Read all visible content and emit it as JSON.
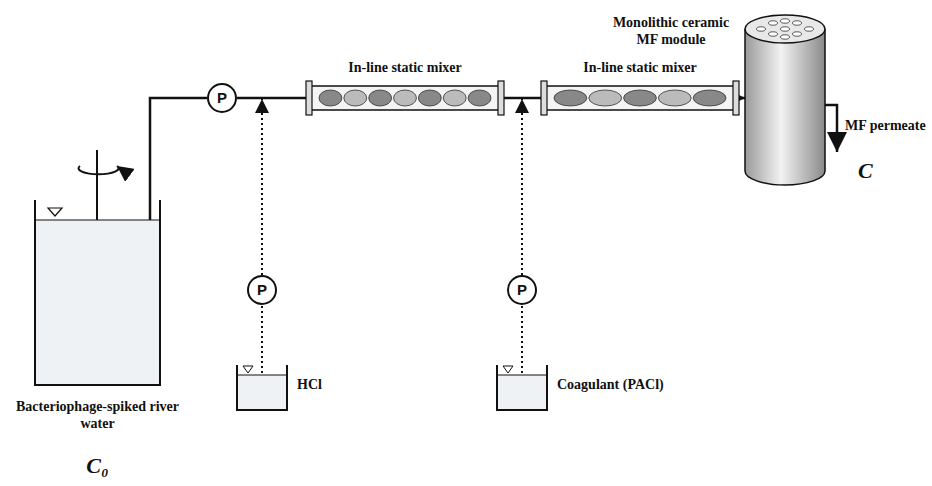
{
  "diagram": {
    "nodes": [
      {
        "text": [
          "Bacteriophage-spiked river water",
          "C₀"
        ]
      },
      {
        "text": [
          "P"
        ]
      },
      {
        "text": [
          "In-line static mixer"
        ]
      },
      {
        "text": [
          "In-line static mixer"
        ]
      },
      {
        "text": [
          "Monolithic ceramic MF module"
        ]
      },
      {
        "text": [
          "HCl"
        ]
      },
      {
        "text": [
          "P"
        ]
      },
      {
        "text": [
          "Coagulant (PACl)"
        ]
      },
      {
        "text": [
          "P"
        ]
      }
    ],
    "edges": [
      {
        "from": 0,
        "to": 1,
        "arrow": "none"
      },
      {
        "from": 1,
        "to": 2,
        "arrow": "none"
      },
      {
        "from": 2,
        "to": 3,
        "arrow": "none"
      },
      {
        "from": 3,
        "to": 4,
        "arrow": "to"
      },
      {
        "from": 5,
        "to": 6,
        "arrow": "none"
      },
      {
        "from": 6,
        "to": 2,
        "arrow": "to"
      },
      {
        "from": 7,
        "to": 8,
        "arrow": "none"
      },
      {
        "from": 8,
        "to": 3,
        "arrow": "to"
      }
    ],
    "labels": [
      "MF permeate",
      "C"
    ]
  }
}
